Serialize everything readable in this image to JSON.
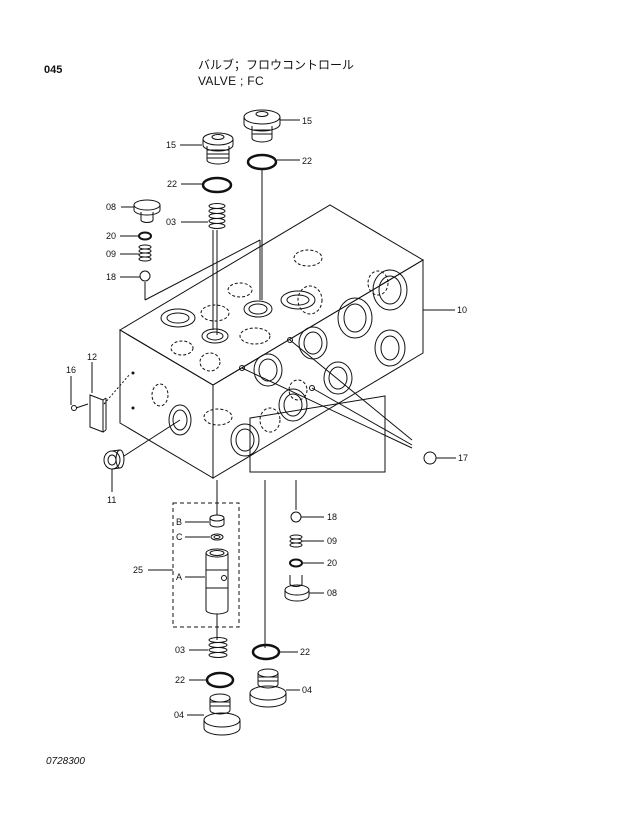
{
  "header": {
    "page_code": "045",
    "title_jp": "バルブ；フロウコントロール",
    "title_en": "VALVE ; FC"
  },
  "footer": {
    "drawing_number": "0728300"
  },
  "callouts": {
    "p15a": "15",
    "p15b": "15",
    "p22a": "22",
    "p22b": "22",
    "p08a": "08",
    "p03a": "03",
    "p20a": "20",
    "p09a": "09",
    "p18a": "18",
    "p10": "10",
    "p12": "12",
    "p16": "16",
    "p17": "17",
    "p11": "11",
    "p18b": "18",
    "p09b": "09",
    "p20b": "20",
    "p08b": "08",
    "p25": "25",
    "p22c": "22",
    "p03b": "03",
    "p22d": "22",
    "p04a": "04",
    "p04b": "04",
    "subB": "B",
    "subC": "C",
    "subA": "A"
  }
}
